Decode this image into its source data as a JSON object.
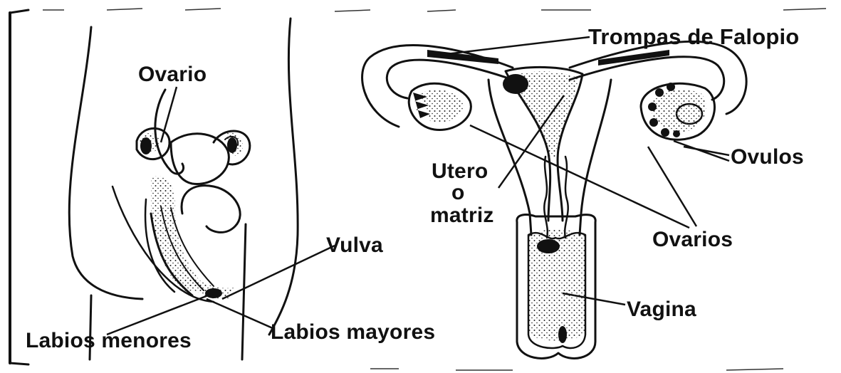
{
  "labels": {
    "ovario": "Ovario",
    "vulva": "Vulva",
    "labios_menores": "Labios menores",
    "labios_mayores": "Labios mayores",
    "trompas": "Trompas de Falopio",
    "utero_line1": "Utero",
    "utero_line2": "o",
    "utero_line3": "matriz",
    "ovulos": "Ovulos",
    "ovarios": "Ovarios",
    "vagina": "Vagina"
  }
}
